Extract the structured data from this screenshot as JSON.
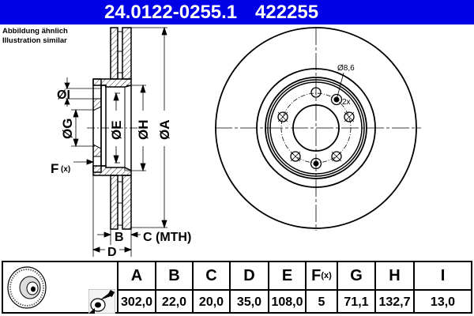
{
  "header": {
    "part_number": "24.0122-0255.1",
    "article_number": "422255",
    "background_color": "#0000e6"
  },
  "note": {
    "line1": "Abbildung ähnlich",
    "line2": "Illustration similar"
  },
  "drawing_labels": {
    "dia_I": "ØI",
    "dia_G": "ØG",
    "dia_E": "ØE",
    "dia_H": "ØH",
    "dia_A": "ØA",
    "f_label": "F",
    "f_sub": "(x)",
    "b_label": "B",
    "c_label": "C (MTH)",
    "d_label": "D",
    "hole_dia": "Ø8,6",
    "hole_count": "2x"
  },
  "table": {
    "columns": [
      {
        "key": "A",
        "label": "A",
        "value": "302,0"
      },
      {
        "key": "B",
        "label": "B",
        "value": "22,0"
      },
      {
        "key": "C",
        "label": "C",
        "value": "20,0"
      },
      {
        "key": "D",
        "label": "D",
        "value": "35,0"
      },
      {
        "key": "E",
        "label": "E",
        "value": "108,0"
      },
      {
        "key": "F",
        "label": "F",
        "label_sub": "(x)",
        "value": "5"
      },
      {
        "key": "G",
        "label": "G",
        "value": "71,1"
      },
      {
        "key": "H",
        "label": "H",
        "value": "132,7"
      },
      {
        "key": "I",
        "label": "I",
        "value": "13,0"
      }
    ]
  },
  "icons": {
    "disc_thumbnail": "brake-disc-icon",
    "spray": "coated-disc-spray-icon"
  }
}
